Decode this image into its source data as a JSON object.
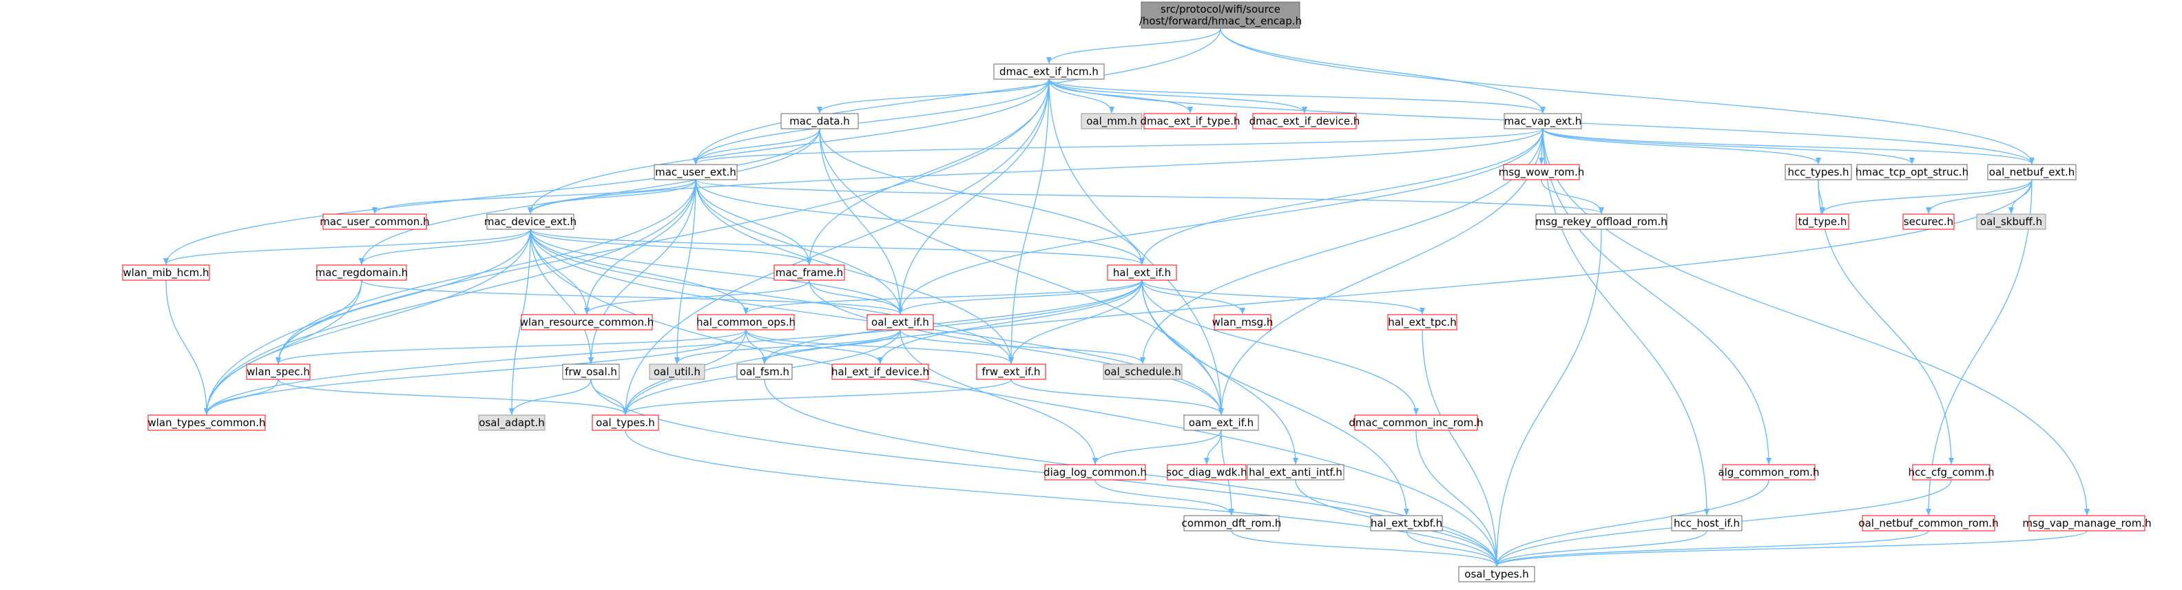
{
  "colors": {
    "edge": "#63b8ff",
    "root_fill": "#999999",
    "root_border": "#666666",
    "node_border": "#666666",
    "missing_border": "#ff0000",
    "missing_text": "#ff0000",
    "grey_fill": "#e0e0e0",
    "grey_border": "#999999",
    "text": "#000000"
  },
  "nodes": [
    {
      "id": "root",
      "lines": [
        "src/protocol/wifi/source",
        "/host/forward/hmac_tx_encap.h"
      ],
      "style": "root"
    },
    {
      "id": "dmac_ext_if_hcm",
      "lines": [
        "dmac_ext_if_hcm.h"
      ],
      "style": "normal"
    },
    {
      "id": "mac_data",
      "lines": [
        "mac_data.h"
      ],
      "style": "normal"
    },
    {
      "id": "oal_mm",
      "lines": [
        "oal_mm.h"
      ],
      "style": "grey"
    },
    {
      "id": "dmac_ext_if_type",
      "lines": [
        "dmac_ext_if_type.h"
      ],
      "style": "missing"
    },
    {
      "id": "dmac_ext_if_device",
      "lines": [
        "dmac_ext_if_device.h"
      ],
      "style": "missing"
    },
    {
      "id": "mac_vap_ext",
      "lines": [
        "mac_vap_ext.h"
      ],
      "style": "normal"
    },
    {
      "id": "mac_user_ext",
      "lines": [
        "mac_user_ext.h"
      ],
      "style": "normal"
    },
    {
      "id": "msg_wow_rom",
      "lines": [
        "msg_wow_rom.h"
      ],
      "style": "missing"
    },
    {
      "id": "hcc_types",
      "lines": [
        "hcc_types.h"
      ],
      "style": "normal"
    },
    {
      "id": "hmac_tcp_opt_struc",
      "lines": [
        "hmac_tcp_opt_struc.h"
      ],
      "style": "normal"
    },
    {
      "id": "oal_netbuf_ext",
      "lines": [
        "oal_netbuf_ext.h"
      ],
      "style": "normal"
    },
    {
      "id": "mac_user_common",
      "lines": [
        "mac_user_common.h"
      ],
      "style": "missing"
    },
    {
      "id": "mac_device_ext",
      "lines": [
        "mac_device_ext.h"
      ],
      "style": "normal"
    },
    {
      "id": "msg_rekey_offload_rom",
      "lines": [
        "msg_rekey_offload_rom.h"
      ],
      "style": "normal"
    },
    {
      "id": "td_type",
      "lines": [
        "td_type.h"
      ],
      "style": "missing"
    },
    {
      "id": "securec",
      "lines": [
        "securec.h"
      ],
      "style": "missing"
    },
    {
      "id": "oal_skbuff",
      "lines": [
        "oal_skbuff.h"
      ],
      "style": "grey"
    },
    {
      "id": "wlan_mib_hcm",
      "lines": [
        "wlan_mib_hcm.h"
      ],
      "style": "missing"
    },
    {
      "id": "mac_regdomain",
      "lines": [
        "mac_regdomain.h"
      ],
      "style": "missing"
    },
    {
      "id": "mac_frame",
      "lines": [
        "mac_frame.h"
      ],
      "style": "missing"
    },
    {
      "id": "hal_ext_if",
      "lines": [
        "hal_ext_if.h"
      ],
      "style": "missing"
    },
    {
      "id": "wlan_resource_common",
      "lines": [
        "wlan_resource_common.h"
      ],
      "style": "missing"
    },
    {
      "id": "hal_common_ops",
      "lines": [
        "hal_common_ops.h"
      ],
      "style": "missing"
    },
    {
      "id": "oal_ext_if",
      "lines": [
        "oal_ext_if.h"
      ],
      "style": "missing"
    },
    {
      "id": "wlan_msg",
      "lines": [
        "wlan_msg.h"
      ],
      "style": "missing"
    },
    {
      "id": "hal_ext_tpc",
      "lines": [
        "hal_ext_tpc.h"
      ],
      "style": "missing"
    },
    {
      "id": "wlan_spec",
      "lines": [
        "wlan_spec.h"
      ],
      "style": "missing"
    },
    {
      "id": "frw_osal",
      "lines": [
        "frw_osal.h"
      ],
      "style": "normal"
    },
    {
      "id": "oal_util",
      "lines": [
        "oal_util.h"
      ],
      "style": "grey"
    },
    {
      "id": "oal_fsm",
      "lines": [
        "oal_fsm.h"
      ],
      "style": "normal"
    },
    {
      "id": "hal_ext_if_device",
      "lines": [
        "hal_ext_if_device.h"
      ],
      "style": "missing"
    },
    {
      "id": "frw_ext_if",
      "lines": [
        "frw_ext_if.h"
      ],
      "style": "missing"
    },
    {
      "id": "oal_schedule",
      "lines": [
        "oal_schedule.h"
      ],
      "style": "grey"
    },
    {
      "id": "wlan_types_common",
      "lines": [
        "wlan_types_common.h"
      ],
      "style": "missing"
    },
    {
      "id": "osal_adapt",
      "lines": [
        "osal_adapt.h"
      ],
      "style": "grey"
    },
    {
      "id": "oal_types",
      "lines": [
        "oal_types.h"
      ],
      "style": "missing"
    },
    {
      "id": "oam_ext_if",
      "lines": [
        "oam_ext_if.h"
      ],
      "style": "normal"
    },
    {
      "id": "dmac_common_inc_rom",
      "lines": [
        "dmac_common_inc_rom.h"
      ],
      "style": "missing"
    },
    {
      "id": "diag_log_common",
      "lines": [
        "diag_log_common.h"
      ],
      "style": "missing"
    },
    {
      "id": "soc_diag_wdk",
      "lines": [
        "soc_diag_wdk.h"
      ],
      "style": "missing"
    },
    {
      "id": "hal_ext_anti_intf",
      "lines": [
        "hal_ext_anti_intf.h"
      ],
      "style": "normal"
    },
    {
      "id": "alg_common_rom",
      "lines": [
        "alg_common_rom.h"
      ],
      "style": "missing"
    },
    {
      "id": "hcc_cfg_comm",
      "lines": [
        "hcc_cfg_comm.h"
      ],
      "style": "missing"
    },
    {
      "id": "common_dft_rom",
      "lines": [
        "common_dft_rom.h"
      ],
      "style": "normal"
    },
    {
      "id": "hal_ext_txbf",
      "lines": [
        "hal_ext_txbf.h"
      ],
      "style": "normal"
    },
    {
      "id": "hcc_host_if",
      "lines": [
        "hcc_host_if.h"
      ],
      "style": "normal"
    },
    {
      "id": "oal_netbuf_common_rom",
      "lines": [
        "oal_netbuf_common_rom.h"
      ],
      "style": "missing"
    },
    {
      "id": "msg_vap_manage_rom",
      "lines": [
        "msg_vap_manage_rom.h"
      ],
      "style": "missing"
    },
    {
      "id": "osal_types",
      "lines": [
        "osal_types.h"
      ],
      "style": "normal"
    }
  ],
  "edges": [
    [
      "root",
      "dmac_ext_if_hcm"
    ],
    [
      "root",
      "mac_vap_ext"
    ],
    [
      "root",
      "mac_user_ext"
    ],
    [
      "root",
      "oal_netbuf_ext"
    ],
    [
      "dmac_ext_if_hcm",
      "mac_data"
    ],
    [
      "dmac_ext_if_hcm",
      "oal_mm"
    ],
    [
      "dmac_ext_if_hcm",
      "dmac_ext_if_type"
    ],
    [
      "dmac_ext_if_hcm",
      "dmac_ext_if_device"
    ],
    [
      "dmac_ext_if_hcm",
      "mac_vap_ext"
    ],
    [
      "dmac_ext_if_hcm",
      "mac_user_ext"
    ],
    [
      "dmac_ext_if_hcm",
      "oal_netbuf_ext"
    ],
    [
      "dmac_ext_if_hcm",
      "mac_device_ext"
    ],
    [
      "dmac_ext_if_hcm",
      "mac_frame"
    ],
    [
      "dmac_ext_if_hcm",
      "oal_ext_if"
    ],
    [
      "dmac_ext_if_hcm",
      "frw_ext_if"
    ],
    [
      "dmac_ext_if_hcm",
      "oam_ext_if"
    ],
    [
      "dmac_ext_if_hcm",
      "wlan_types_common"
    ],
    [
      "dmac_ext_if_hcm",
      "oal_types"
    ],
    [
      "mac_data",
      "mac_user_ext"
    ],
    [
      "mac_data",
      "mac_regdomain"
    ],
    [
      "mac_data",
      "wlan_mib_hcm"
    ],
    [
      "mac_data",
      "hal_ext_if"
    ],
    [
      "mac_data",
      "oal_ext_if"
    ],
    [
      "mac_data",
      "oam_ext_if"
    ],
    [
      "mac_vap_ext",
      "mac_user_ext"
    ],
    [
      "mac_vap_ext",
      "msg_wow_rom"
    ],
    [
      "mac_vap_ext",
      "hcc_types"
    ],
    [
      "mac_vap_ext",
      "hmac_tcp_opt_struc"
    ],
    [
      "mac_vap_ext",
      "oal_netbuf_ext"
    ],
    [
      "mac_vap_ext",
      "mac_device_ext"
    ],
    [
      "mac_vap_ext",
      "hal_ext_if"
    ],
    [
      "mac_vap_ext",
      "oal_ext_if"
    ],
    [
      "mac_vap_ext",
      "oam_ext_if"
    ],
    [
      "mac_vap_ext",
      "hcc_host_if"
    ],
    [
      "mac_vap_ext",
      "alg_common_rom"
    ],
    [
      "mac_vap_ext",
      "msg_vap_manage_rom"
    ],
    [
      "mac_vap_ext",
      "oal_schedule"
    ],
    [
      "mac_user_ext",
      "mac_user_common"
    ],
    [
      "mac_user_ext",
      "mac_device_ext"
    ],
    [
      "mac_user_ext",
      "msg_rekey_offload_rom"
    ],
    [
      "mac_user_ext",
      "mac_frame"
    ],
    [
      "mac_user_ext",
      "hal_ext_if"
    ],
    [
      "mac_user_ext",
      "wlan_resource_common"
    ],
    [
      "mac_user_ext",
      "oal_ext_if"
    ],
    [
      "mac_user_ext",
      "frw_ext_if"
    ],
    [
      "mac_user_ext",
      "wlan_types_common"
    ],
    [
      "mac_user_ext",
      "wlan_spec"
    ],
    [
      "mac_user_ext",
      "oal_util"
    ],
    [
      "mac_user_ext",
      "frw_osal"
    ],
    [
      "msg_wow_rom",
      "msg_rekey_offload_rom"
    ],
    [
      "msg_rekey_offload_rom",
      "osal_types"
    ],
    [
      "hcc_types",
      "td_type"
    ],
    [
      "hcc_types",
      "hcc_cfg_comm"
    ],
    [
      "oal_netbuf_ext",
      "td_type"
    ],
    [
      "oal_netbuf_ext",
      "securec"
    ],
    [
      "oal_netbuf_ext",
      "oal_skbuff"
    ],
    [
      "oal_netbuf_ext",
      "oal_netbuf_common_rom"
    ],
    [
      "oal_netbuf_ext",
      "oal_types"
    ],
    [
      "mac_device_ext",
      "wlan_mib_hcm"
    ],
    [
      "mac_device_ext",
      "mac_regdomain"
    ],
    [
      "mac_device_ext",
      "mac_frame"
    ],
    [
      "mac_device_ext",
      "hal_ext_if"
    ],
    [
      "mac_device_ext",
      "wlan_resource_common"
    ],
    [
      "mac_device_ext",
      "hal_common_ops"
    ],
    [
      "mac_device_ext",
      "oal_ext_if"
    ],
    [
      "mac_device_ext",
      "wlan_spec"
    ],
    [
      "mac_device_ext",
      "frw_osal"
    ],
    [
      "mac_device_ext",
      "osal_adapt"
    ],
    [
      "mac_device_ext",
      "frw_ext_if"
    ],
    [
      "mac_device_ext",
      "oam_ext_if"
    ],
    [
      "mac_device_ext",
      "wlan_types_common"
    ],
    [
      "mac_device_ext",
      "osal_types"
    ],
    [
      "wlan_mib_hcm",
      "wlan_types_common"
    ],
    [
      "mac_regdomain",
      "wlan_spec"
    ],
    [
      "mac_regdomain",
      "wlan_types_common"
    ],
    [
      "mac_regdomain",
      "oal_ext_if"
    ],
    [
      "mac_frame",
      "wlan_resource_common"
    ],
    [
      "mac_frame",
      "oal_ext_if"
    ],
    [
      "mac_frame",
      "oam_ext_if"
    ],
    [
      "hal_ext_if",
      "hal_common_ops"
    ],
    [
      "hal_ext_if",
      "oal_ext_if"
    ],
    [
      "hal_ext_if",
      "wlan_msg"
    ],
    [
      "hal_ext_if",
      "hal_ext_tpc"
    ],
    [
      "hal_ext_if",
      "frw_ext_if"
    ],
    [
      "hal_ext_if",
      "oam_ext_if"
    ],
    [
      "hal_ext_if",
      "dmac_common_inc_rom"
    ],
    [
      "hal_ext_if",
      "hal_ext_anti_intf"
    ],
    [
      "hal_ext_if",
      "hal_ext_txbf"
    ],
    [
      "hal_ext_if",
      "oal_fsm"
    ],
    [
      "hal_ext_if",
      "hal_ext_if_device"
    ],
    [
      "hal_ext_if",
      "wlan_types_common"
    ],
    [
      "hal_common_ops",
      "wlan_spec"
    ],
    [
      "hal_common_ops",
      "oal_fsm"
    ],
    [
      "hal_common_ops",
      "hal_ext_if_device"
    ],
    [
      "hal_common_ops",
      "frw_ext_if"
    ],
    [
      "hal_common_ops",
      "wlan_types_common"
    ],
    [
      "hal_common_ops",
      "oal_types"
    ],
    [
      "oal_ext_if",
      "oal_util"
    ],
    [
      "oal_ext_if",
      "oal_fsm"
    ],
    [
      "oal_ext_if",
      "oal_schedule"
    ],
    [
      "oal_ext_if",
      "oal_types"
    ],
    [
      "oal_ext_if",
      "diag_log_common"
    ],
    [
      "hal_ext_tpc",
      "osal_types"
    ],
    [
      "wlan_spec",
      "wlan_types_common"
    ],
    [
      "wlan_spec",
      "oal_types"
    ],
    [
      "frw_osal",
      "osal_adapt"
    ],
    [
      "frw_osal",
      "oal_types"
    ],
    [
      "frw_osal",
      "osal_types"
    ],
    [
      "oal_fsm",
      "osal_types"
    ],
    [
      "frw_ext_if",
      "oal_types"
    ],
    [
      "frw_ext_if",
      "oam_ext_if"
    ],
    [
      "oal_types",
      "osal_types"
    ],
    [
      "oam_ext_if",
      "diag_log_common"
    ],
    [
      "oam_ext_if",
      "soc_diag_wdk"
    ],
    [
      "oam_ext_if",
      "common_dft_rom"
    ],
    [
      "dmac_common_inc_rom",
      "osal_types"
    ],
    [
      "diag_log_common",
      "common_dft_rom"
    ],
    [
      "hal_ext_anti_intf",
      "osal_types"
    ],
    [
      "alg_common_rom",
      "osal_types"
    ],
    [
      "hcc_cfg_comm",
      "osal_types"
    ],
    [
      "common_dft_rom",
      "osal_types"
    ],
    [
      "hal_ext_txbf",
      "osal_types"
    ],
    [
      "hcc_host_if",
      "osal_types"
    ],
    [
      "oal_netbuf_common_rom",
      "osal_types"
    ],
    [
      "msg_vap_manage_rom",
      "osal_types"
    ]
  ]
}
